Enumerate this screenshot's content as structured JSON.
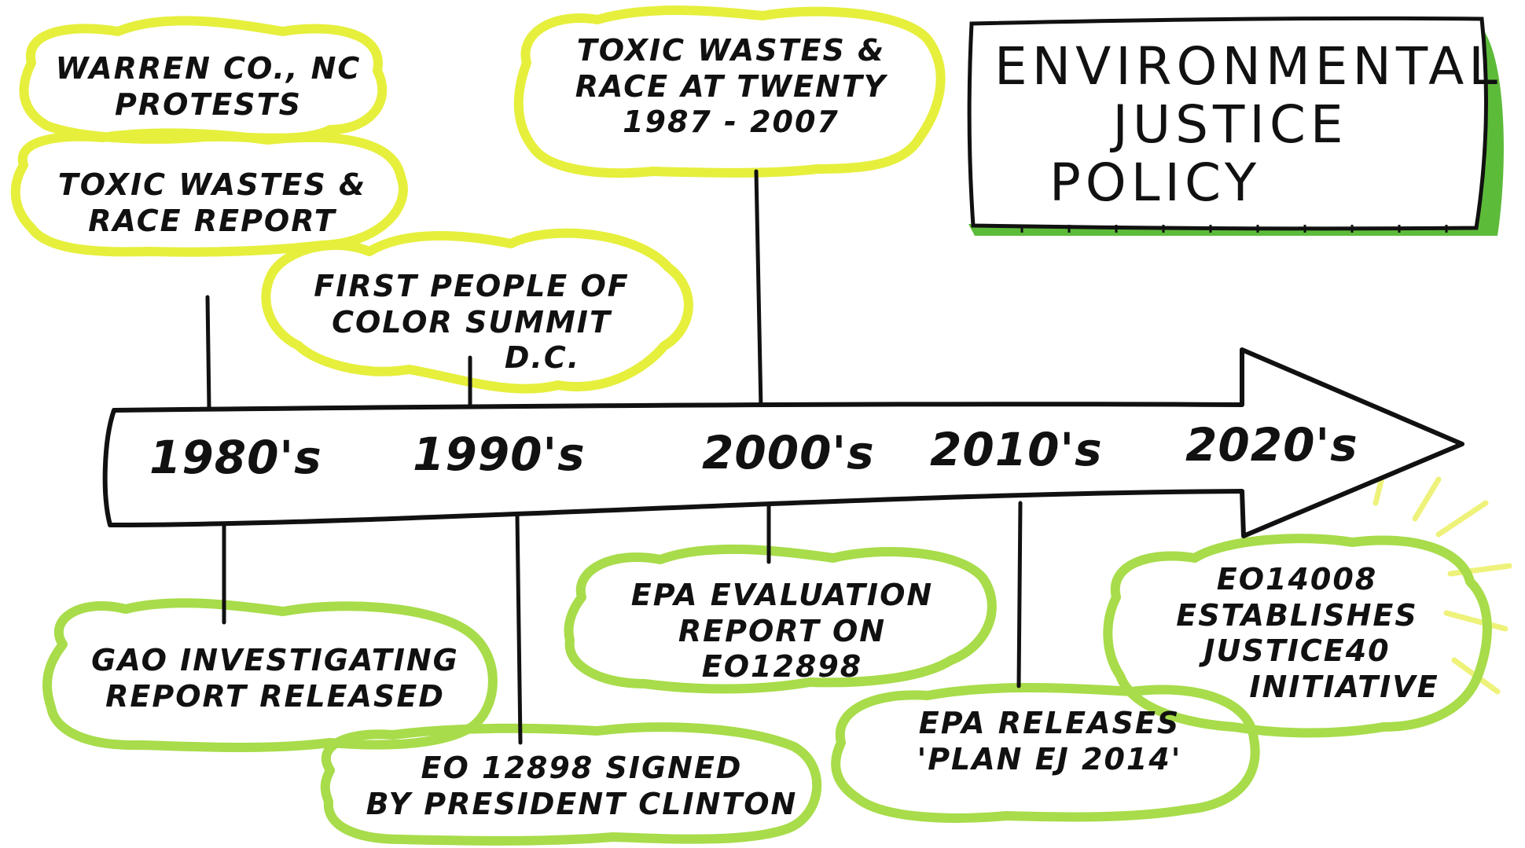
{
  "title": {
    "line1": "ENVIRONMENTAL",
    "line2": "JUSTICE",
    "line3": "POLICY"
  },
  "timeline": {
    "decades": [
      "1980's",
      "1990's",
      "2000's",
      "2010's",
      "2020's"
    ]
  },
  "events": {
    "warren_co": {
      "line1": "WARREN CO., NC",
      "line2": "PROTESTS"
    },
    "toxic_wastes_report": {
      "line1": "TOXIC WASTES &",
      "line2": "RACE REPORT"
    },
    "first_people_of_color": {
      "line1": "FIRST PEOPLE OF",
      "line2": "COLOR SUMMIT",
      "line3": "D.C."
    },
    "toxic_wastes_twenty": {
      "line1": "TOXIC WASTES &",
      "line2": "RACE AT TWENTY",
      "line3": "1987 - 2007"
    },
    "gao_report": {
      "line1": "GAO INVESTIGATING",
      "line2": "REPORT RELEASED"
    },
    "eo_12898": {
      "line1": "EO 12898 SIGNED",
      "line2": "BY PRESIDENT CLINTON"
    },
    "epa_evaluation": {
      "line1": "EPA EVALUATION",
      "line2": "REPORT ON",
      "line3": "EO12898"
    },
    "plan_ej_2014": {
      "line1": "EPA RELEASES",
      "line2": "'PLAN EJ 2014'"
    },
    "eo_14008": {
      "line1": "EO14008",
      "line2": "ESTABLISHES",
      "line3": "JUSTICE40",
      "line4": "INITIATIVE"
    }
  },
  "colors": {
    "ink": "#111111",
    "highlight_yellow": "#e6ef3c",
    "highlight_green": "#a8dc4a",
    "sign_shadow_green": "#5dbb3a",
    "sun_rays": "#eef27a"
  }
}
